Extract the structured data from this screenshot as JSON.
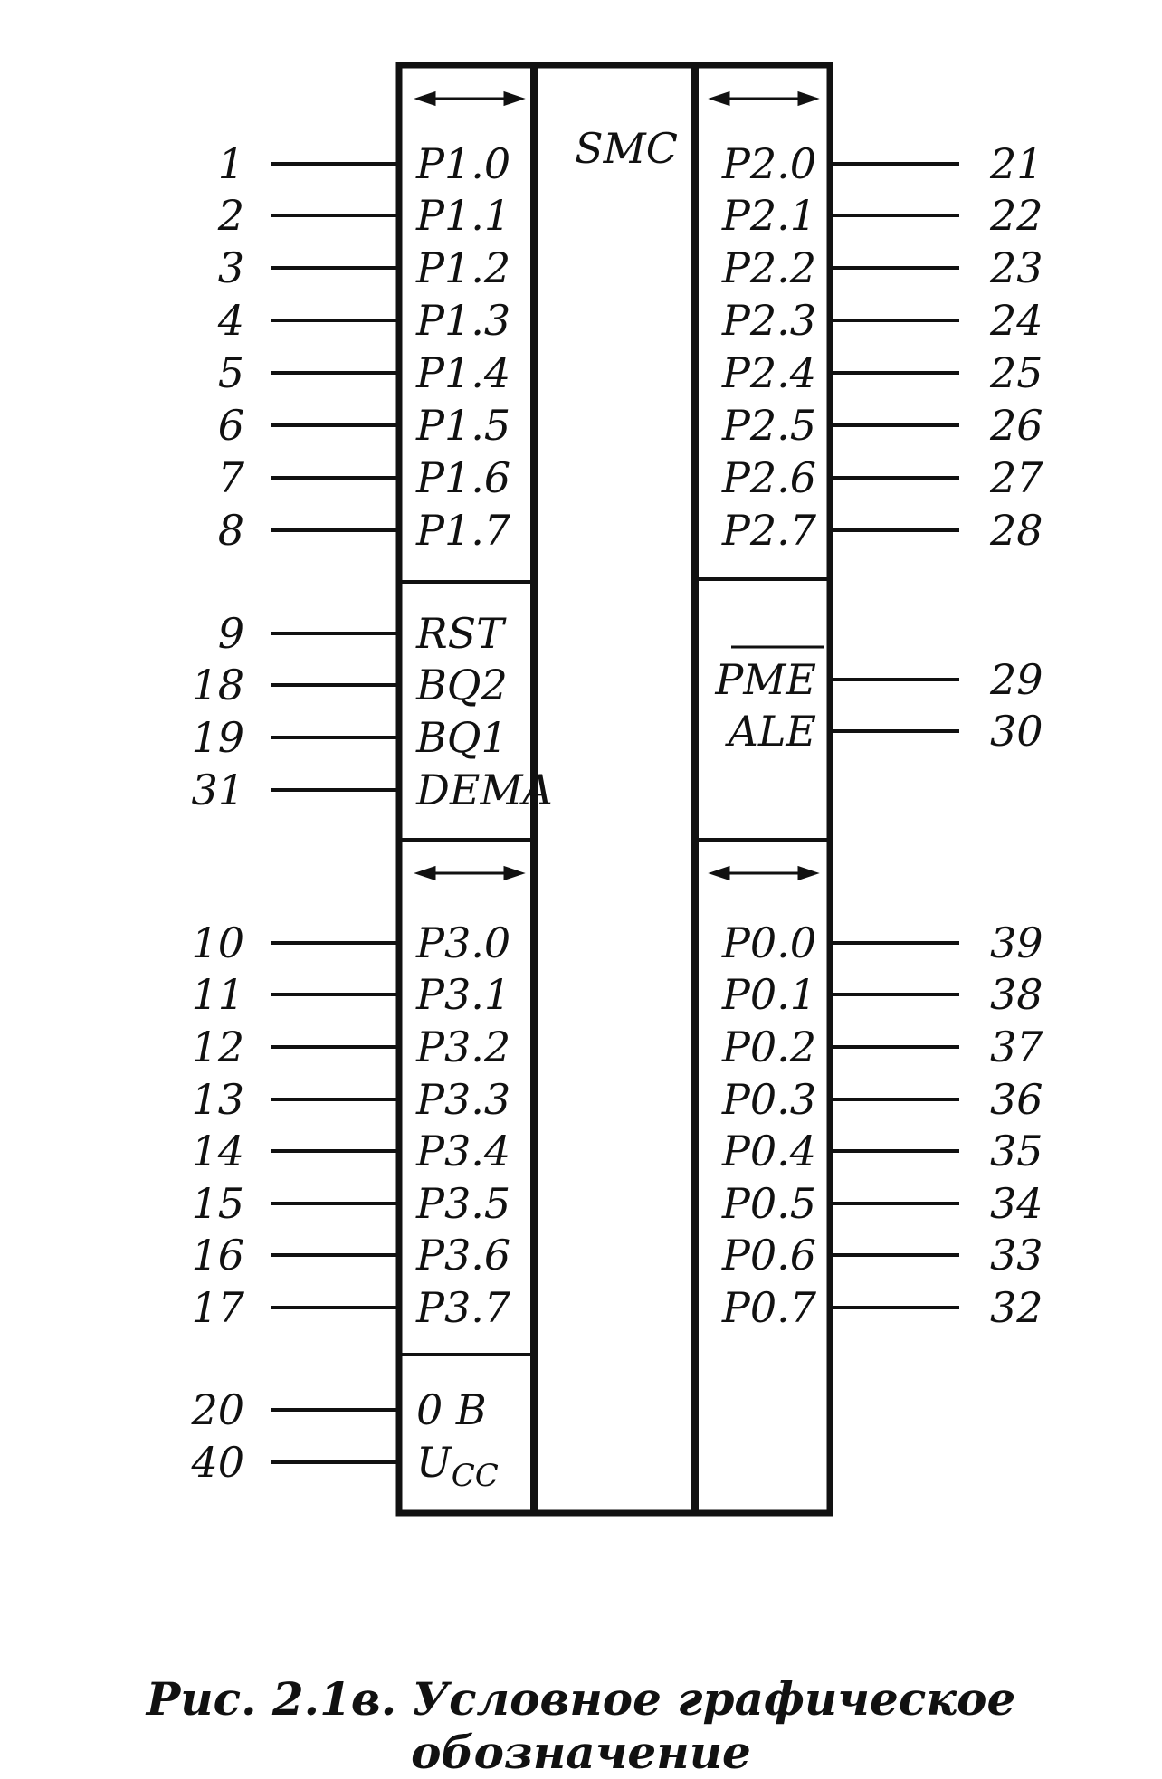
{
  "chip": {
    "title": "SMC"
  },
  "left_pins": [
    {
      "num": "1",
      "label": "P1.0"
    },
    {
      "num": "2",
      "label": "P1.1"
    },
    {
      "num": "3",
      "label": "P1.2"
    },
    {
      "num": "4",
      "label": "P1.3"
    },
    {
      "num": "5",
      "label": "P1.4"
    },
    {
      "num": "6",
      "label": "P1.5"
    },
    {
      "num": "7",
      "label": "P1.6"
    },
    {
      "num": "8",
      "label": "P1.7"
    },
    {
      "num": "9",
      "label": "RST"
    },
    {
      "num": "18",
      "label": "BQ2"
    },
    {
      "num": "19",
      "label": "BQ1"
    },
    {
      "num": "31",
      "label": "DEMA"
    },
    {
      "num": "10",
      "label": "P3.0"
    },
    {
      "num": "11",
      "label": "P3.1"
    },
    {
      "num": "12",
      "label": "P3.2"
    },
    {
      "num": "13",
      "label": "P3.3"
    },
    {
      "num": "14",
      "label": "P3.4"
    },
    {
      "num": "15",
      "label": "P3.5"
    },
    {
      "num": "16",
      "label": "P3.6"
    },
    {
      "num": "17",
      "label": "P3.7"
    },
    {
      "num": "20",
      "label": "0  B"
    },
    {
      "num": "40",
      "label": "U",
      "sub": "CC"
    }
  ],
  "right_pins": [
    {
      "num": "21",
      "label": "P2.0"
    },
    {
      "num": "22",
      "label": "P2.1"
    },
    {
      "num": "23",
      "label": "P2.2"
    },
    {
      "num": "24",
      "label": "P2.3"
    },
    {
      "num": "25",
      "label": "P2.4"
    },
    {
      "num": "26",
      "label": "P2.5"
    },
    {
      "num": "27",
      "label": "P2.6"
    },
    {
      "num": "28",
      "label": "P2.7"
    },
    {
      "num": "29",
      "label": "PME",
      "overline": true
    },
    {
      "num": "30",
      "label": "ALE"
    },
    {
      "num": "39",
      "label": "P0.0"
    },
    {
      "num": "38",
      "label": "P0.1"
    },
    {
      "num": "37",
      "label": "P0.2"
    },
    {
      "num": "36",
      "label": "P0.3"
    },
    {
      "num": "35",
      "label": "P0.4"
    },
    {
      "num": "34",
      "label": "P0.5"
    },
    {
      "num": "33",
      "label": "P0.6"
    },
    {
      "num": "32",
      "label": "P0.7"
    }
  ],
  "caption": "Рис. 2.1в. Условное графическое обозначение"
}
